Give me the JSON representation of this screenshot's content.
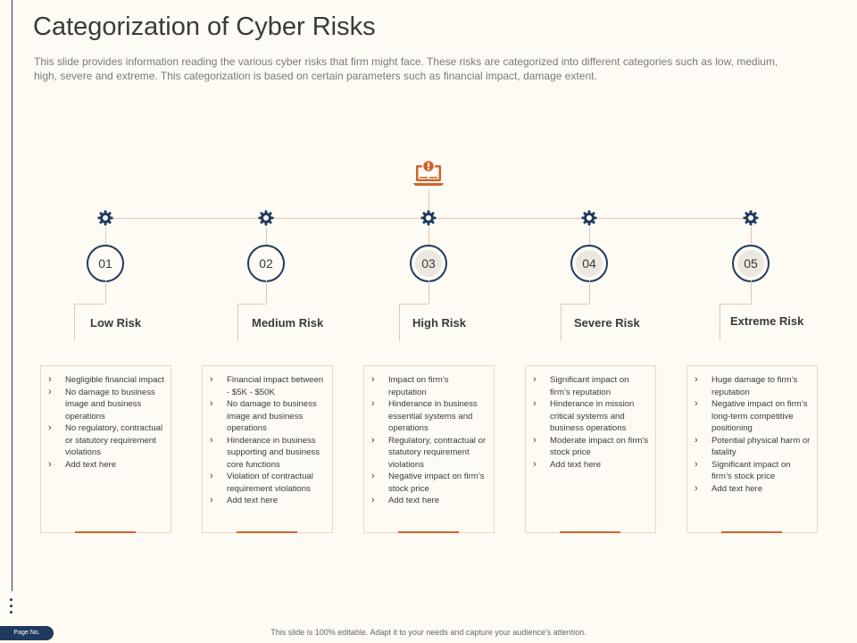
{
  "title": "Categorization of Cyber Risks",
  "subtitle": "This slide provides information reading the various cyber risks that firm might face. These risks are categorized into different categories such as low, medium, high, severe and extreme. This categorization is based on certain parameters such as financial impact, damage extent.",
  "icons": {
    "top": "laptop-alert-icon",
    "node": "gear-icon",
    "bullet": "chevron-right"
  },
  "colors": {
    "accent": "#d0632c",
    "navy": "#1f3a5f",
    "connector": "#e6c7ad",
    "background": "#fdfbf3"
  },
  "risks": [
    {
      "number": "01",
      "label": "Low Risk",
      "points": [
        "Negligible financial impact",
        "No damage to business image and business operations",
        "No regulatory, contractual or statutory requirement violations",
        "Add text here"
      ]
    },
    {
      "number": "02",
      "label": "Medium Risk",
      "points": [
        "Financial impact between - $5K - $50K",
        "No damage to business image and business operations",
        "Hinderance in business supporting and business core functions",
        "Violation of contractual requirement violations",
        "Add text here"
      ]
    },
    {
      "number": "03",
      "label": "High Risk",
      "points": [
        "Impact on firm’s reputation",
        "Hinderance in business essential systems and operations",
        "Regulatory, contractual or statutory requirement violations",
        "Negative impact on firm’s stock price",
        "Add text here"
      ]
    },
    {
      "number": "04",
      "label": "Severe Risk",
      "points": [
        "Significant impact on firm’s reputation",
        "Hinderance in mission critical systems and business operations",
        "Moderate impact on firm’s stock price",
        "Add text here"
      ]
    },
    {
      "number": "05",
      "label": "Extreme Risk",
      "points": [
        "Huge damage to firm’s reputation",
        "Negative impact on firm’s long-term competitive positioning",
        "Potential physical harm or fatality",
        "Significant impact on firm’s stock price",
        "Add text here"
      ]
    }
  ],
  "footer": {
    "page_label": "Page No.",
    "note": "This slide is 100% editable. Adapt it to your needs and capture your audience's attention."
  }
}
